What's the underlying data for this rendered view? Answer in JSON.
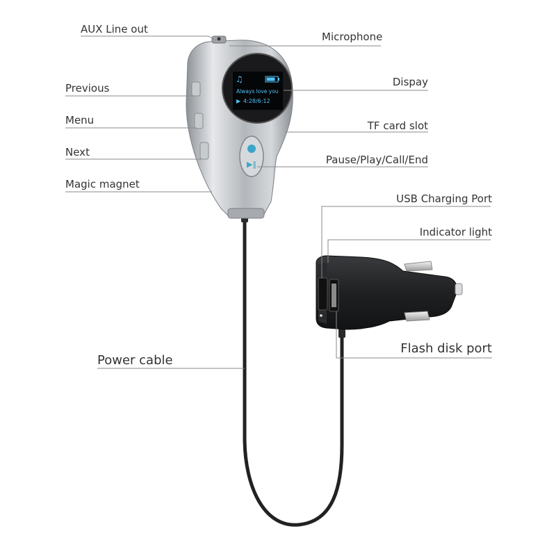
{
  "labels": {
    "aux_line_out": "AUX Line out",
    "previous": "Previous",
    "menu": "Menu",
    "next": "Next",
    "magic_magnet": "Magic magnet",
    "microphone": "Microphone",
    "display": "Dispay",
    "tf_card_slot": "TF card slot",
    "pause_play": "Pause/Play/Call/End",
    "usb_charging_port": "USB Charging Port",
    "indicator_light": "Indicator light",
    "flash_disk_port": "Flash disk port",
    "power_cable": "Power cable"
  },
  "screen": {
    "song": "Always love you",
    "time": "4:28/6:12"
  },
  "colors": {
    "body_silver": "#b9bcc0",
    "screen_blue": "#4fc3f7",
    "charger_black": "#1e1f21",
    "leader_line": "#8a8a8a"
  },
  "icons": {
    "music_note": "music-note-icon",
    "battery": "battery-icon",
    "play": "play-icon",
    "phone": "phone-icon"
  }
}
